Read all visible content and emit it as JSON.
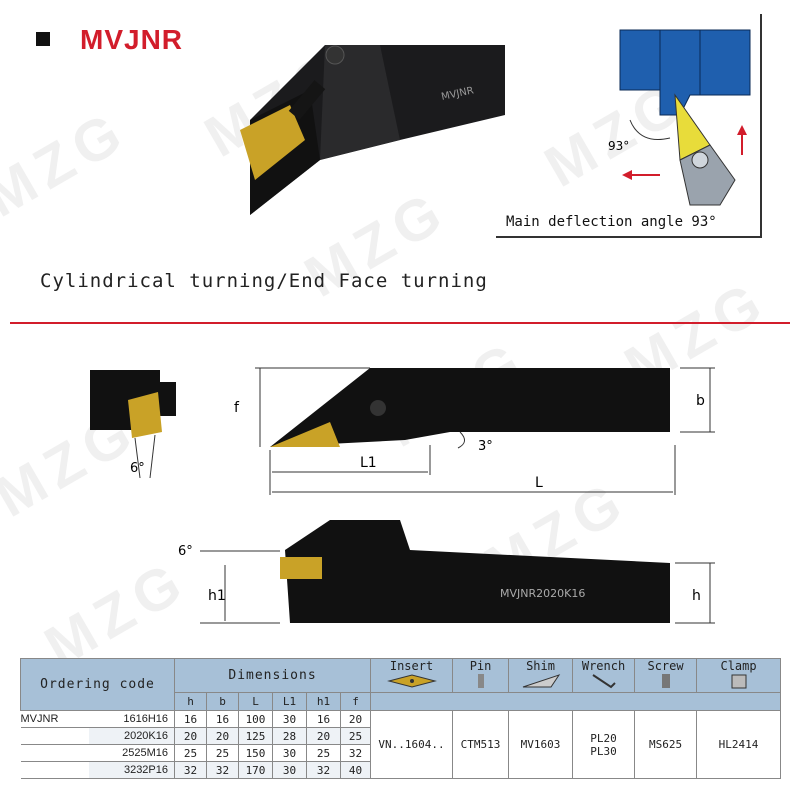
{
  "header": {
    "title": "MVJNR",
    "caption": "Cylindrical turning/End Face turning",
    "deflection_label": "Main deflection angle 93°",
    "deflection_angle": "93°"
  },
  "watermark": "MZG",
  "tool_marking": "MVJNR2020K16",
  "drawing": {
    "f": "f",
    "b": "b",
    "L1": "L1",
    "L": "L",
    "h": "h",
    "h1": "h1",
    "angle_3": "3°",
    "angle_6a": "6°",
    "angle_6b": "6°"
  },
  "table": {
    "ordering_code": "Ordering code",
    "dimensions": "Dimensions",
    "dim_cols": [
      "h",
      "b",
      "L",
      "L1",
      "h1",
      "f"
    ],
    "part_headers": {
      "insert": "Insert",
      "pin": "Pin",
      "shim": "Shim",
      "wrench": "Wrench",
      "screw": "Screw",
      "clamp": "Clamp"
    },
    "series": "MVJNR",
    "rows": [
      {
        "code": "1616H16",
        "h": "16",
        "b": "16",
        "L": "100",
        "L1": "30",
        "h1": "16",
        "f": "20"
      },
      {
        "code": "2020K16",
        "h": "20",
        "b": "20",
        "L": "125",
        "L1": "28",
        "h1": "20",
        "f": "25"
      },
      {
        "code": "2525M16",
        "h": "25",
        "b": "25",
        "L": "150",
        "L1": "30",
        "h1": "25",
        "f": "32"
      },
      {
        "code": "3232P16",
        "h": "32",
        "b": "32",
        "L": "170",
        "L1": "30",
        "h1": "32",
        "f": "40"
      }
    ],
    "parts": {
      "insert": "VN..1604..",
      "pin": "CTM513",
      "shim": "MV1603",
      "wrench_1": "PL20",
      "wrench_2": "PL30",
      "screw": "MS625",
      "clamp": "HL2414"
    }
  },
  "colors": {
    "accent": "#d21d2b",
    "header_bg": "#a7c0d7",
    "workpiece": "#1f5fae",
    "insert_gold": "#c9a227"
  }
}
